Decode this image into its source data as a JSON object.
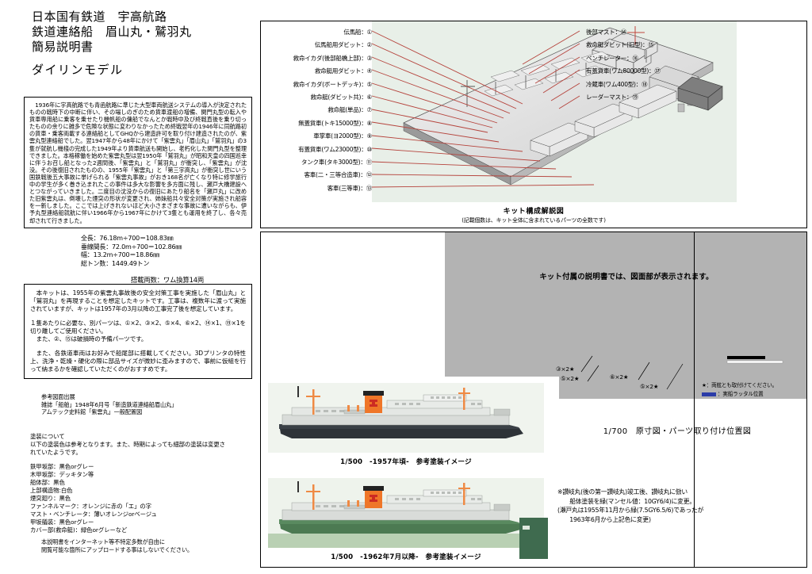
{
  "header": {
    "line1": "日本国有鉄道　宇高航路",
    "line2": "鉄道連絡船　眉山丸・鷲羽丸",
    "line3": "簡易説明書",
    "brand": "ダイリンモデル"
  },
  "history": {
    "text": "1936年に宇高航路でも青函航路に準じた大型車両航送システムの導入が決定されたものの戦時下の中断に伴い、その場しのぎのため貨車渡船の増備、関門丸型の転入や貨車専用船に乗客を乗せたり機帆船の傭船でなんとか戦時中及び終戦直後を乗り切ったものの余りに雑多で危険な状態に変わりなかったため終戦翌年の1946年に同航路初の貨車・乗客両載する連絡船としてGHQから建造許可を取り付け建造されたのが、紫雲丸型連絡船でした。翌1947年から48年にかけて「紫雲丸」「眉山丸」「鷲羽丸」の3隻が就航し機棧の完成した1949年より貨車航送も開始し、老朽化した関門丸型を整理できました。本格稼働を始めた紫雲丸型は翌1950年「鷲羽丸」が昭和天皇の四国巡幸に伴うお召し船となった2週間後、「紫雲丸」と「鷲羽丸」が衝突し、「紫雲丸」が沈没。その後復旧されたものの、1955年「紫雲丸」と「第三宇高丸」が衝突し世にいう国鉄戦後五大事故に挙げられる「紫雲丸事故」がおき168名が亡くなり特に修学旅行中の学生が多く巻き込まれたこの事件は多大な影響を多方面に残し、瀬戸大橋建設へとつながっていきました。二度目の沈没からの復旧にあたり船名を「瀬戸丸」に改めた旧紫雲丸は、倒壊した煙突の形状が変更され、姉妹船共々安全対策が実施され船容を一新しました。ここでは上げきれないほど大小さまざまな事故に遭いながらも、伊予丸型連絡船就航に伴い1966年から1967年にかけて3隻とも運用を終了し、各々売却されて行きました。"
  },
  "specs": {
    "items": [
      "全長：76.18m÷700＝108.83㎜",
      "垂線間長：72.0m÷700＝102.86㎜",
      "幅：13.2m÷700＝18.86㎜",
      "総トン数：1449.49トン"
    ],
    "cars": "搭載両数：ワム換算14両"
  },
  "kit_notes": {
    "p1": "本キットは、1955年の紫雲丸事故後の安全対策工事を実施した「眉山丸」と「鷲羽丸」を再現することを想定したキットです。工事は、複数年に渡って実施されていますが、キットは1957年の3月以降の工事完了後を想定しています。",
    "p2": "１隻あたりに必要な、別パーツは、①×2、③×2、⑤×4、⑥×2、⑭×1、⑲×1を切り離してご使用ください。",
    "p3": "また、②、⑮は破損時の予備パーツです。",
    "p4": "また、各鉄道車両はお好みで船尾部に搭載してください。3Dプリンタの特性上、洗浄・乾燥・硬化の際に部品サイズが微妙に歪みますので、事前に仮組を行って納まるかを確認していただくのがおすすめです。"
  },
  "references": {
    "title": "参考図面出展",
    "items": [
      "雑誌「船舶」1948年6月号「新造鉄道連絡船眉山丸」",
      "アムテック史料館「紫雲丸」一般配置図"
    ]
  },
  "painting": {
    "title": "塗装について",
    "note1": "以下の塗装色は参考となります。また、時期によっても細部の塗装は変更さ",
    "note2": "れていたようです。",
    "items": [
      "鉄甲坂部：黒色orグレー",
      "木甲坂部：デッキタン等",
      "船体部：黒色",
      "上部構造物:白色",
      "煙突廻り：黒色",
      "ファンネルマーク：オレンジに赤の「エ」の字",
      "マスト・ベンチレータ：薄いオレンジorベージュ",
      "甲坂艤装：黒色orグレー",
      "カバー部(救命艇)：緑色orグレーなど"
    ]
  },
  "disclaimer": {
    "line1": "本説明書をインターネット等不特定多数が自由に",
    "line2": "閲覧可能な箇所にアップロードする事はしないでください。"
  },
  "parts_diagram": {
    "left_items": [
      "伝馬船：①",
      "伝馬船用ダビット：②",
      "救命イカダ(後部船橋上部)：③",
      "救命艇用ダビット：④",
      "救命イカダ(ボートデッキ)：⑤",
      "救命艇(ダビット共)：⑥",
      "救命艇(単品)：⑦",
      "無蓋貨車(トキ15000型)：⑧",
      "車掌車(ヨ2000型)：⑨",
      "有蓋貨車(ワム23000型)：⑩",
      "タンク車(タキ3000型)：⑪",
      "客車(二・三等合造車)：⑫",
      "客車(三等車)：⑬"
    ],
    "right_items": [
      "後部マスト：⑭",
      "救命艇ダビット(旧型)：⑮",
      "ベンチレーター：⑯",
      "有蓋貨車(ワム80000型)：⑰",
      "冷蔵車(ワム400型)：⑱",
      "レーダーマスト：⑲"
    ],
    "caption_main": "キット構成解説図",
    "caption_sub": "(記載個数は、キット全体に含まれているパーツの全数です)"
  },
  "gray_panel": {
    "text": "キット付属の説明書では、図面部が表示されます。"
  },
  "ships": [
    {
      "caption": "1/500　-1957年頃-　参考塗装イメージ",
      "hull_color": "#2e3338",
      "sea_color": "#f0f4ee"
    },
    {
      "caption": "1/500　-1962年7月以降-　参考塗装イメージ",
      "hull_color": "#4c7a52",
      "sea_color": "#eef3ec"
    }
  ],
  "plan": {
    "marks": [
      "③×2★",
      "⑤×2★",
      "⑥×2★",
      "⑤×2★"
    ],
    "legend_star": "★：両舷とも取付けてください。",
    "legend_swatch": "：実船ラッタル位置",
    "swatch_color": "#2b3ca8",
    "caption": "1/700　原寸図・パーツ取り付け位置図"
  },
  "green_note": {
    "l1": "※讃岐丸(後の第一讃岐丸)竣工後、讃岐丸に倣い",
    "l2": "　　船体塗装を緑(マンセル値：10GY6/4)に変更。",
    "l3": "(瀬戸丸は1955年11月から緑(7.5GY6.5/6)であったが",
    "l4": "　　1963年6月から上記色に変更)"
  }
}
